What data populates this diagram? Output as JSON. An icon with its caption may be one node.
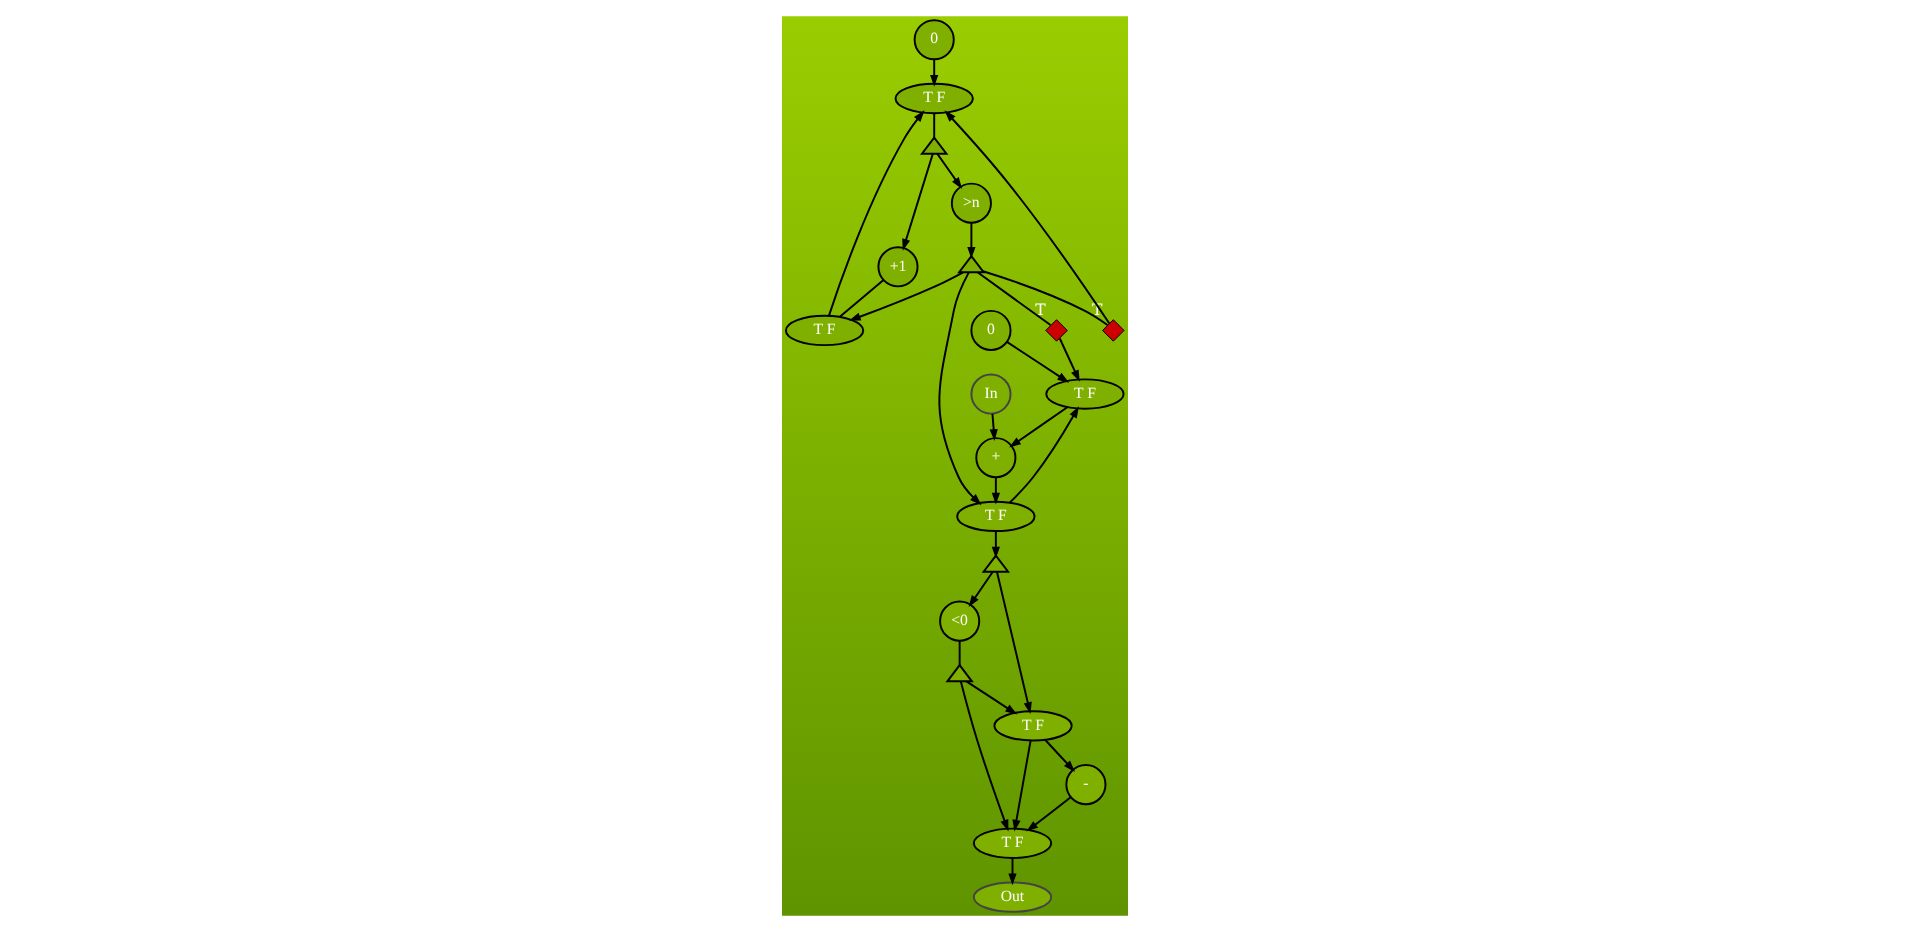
{
  "diagram": {
    "nodes": [
      {
        "text": [
          "0"
        ]
      },
      {
        "text": [
          "0"
        ]
      },
      {
        "text": [
          "T F"
        ]
      },
      {
        "text": [],
        "shape": "triangle"
      },
      {
        "text": [
          ">n"
        ]
      },
      {
        "text": [
          "+1"
        ]
      },
      {
        "text": [],
        "shape": "triangle"
      },
      {
        "text": [
          "T F"
        ]
      },
      {
        "text": [],
        "shape": "diamond",
        "beside": [
          "T"
        ]
      },
      {
        "text": [],
        "shape": "diamond",
        "beside": [
          "T"
        ]
      },
      {
        "text": [
          "T F"
        ]
      },
      {
        "text": [
          "In"
        ]
      },
      {
        "text": [
          "+"
        ]
      },
      {
        "text": [
          "T F"
        ]
      },
      {
        "text": [],
        "shape": "triangle"
      },
      {
        "text": [
          "<0"
        ]
      },
      {
        "text": [],
        "shape": "triangle"
      },
      {
        "text": [
          "T F"
        ]
      },
      {
        "text": [
          "-"
        ]
      },
      {
        "text": [
          "T F"
        ]
      },
      {
        "text": [
          "Out"
        ]
      }
    ],
    "edges": [
      {
        "from": 0,
        "to": 2,
        "arrow": "to"
      },
      {
        "from": 2,
        "to": 3,
        "arrow": "none"
      },
      {
        "from": 3,
        "to": 4,
        "arrow": "to"
      },
      {
        "from": 3,
        "to": 5,
        "arrow": "to"
      },
      {
        "from": 4,
        "to": 6,
        "arrow": "to"
      },
      {
        "from": 5,
        "to": 7,
        "arrow": "none"
      },
      {
        "from": 6,
        "to": 8,
        "arrow": "none"
      },
      {
        "from": 8,
        "to": 2,
        "arrow": "to"
      },
      {
        "from": 6,
        "to": 7,
        "arrow": "to"
      },
      {
        "from": 7,
        "to": 2,
        "arrow": "to"
      },
      {
        "from": 6,
        "to": 9,
        "arrow": "none"
      },
      {
        "from": 9,
        "to": 10,
        "arrow": "to"
      },
      {
        "from": 6,
        "to": 13,
        "arrow": "to"
      },
      {
        "from": 1,
        "to": 10,
        "arrow": "to"
      },
      {
        "from": 10,
        "to": 12,
        "arrow": "to"
      },
      {
        "from": 11,
        "to": 12,
        "arrow": "to"
      },
      {
        "from": 12,
        "to": 13,
        "arrow": "to"
      },
      {
        "from": 13,
        "to": 10,
        "arrow": "to"
      },
      {
        "from": 13,
        "to": 14,
        "arrow": "to"
      },
      {
        "from": 14,
        "to": 15,
        "arrow": "to"
      },
      {
        "from": 14,
        "to": 17,
        "arrow": "to"
      },
      {
        "from": 15,
        "to": 16,
        "arrow": "none"
      },
      {
        "from": 16,
        "to": 17,
        "arrow": "to"
      },
      {
        "from": 16,
        "to": 19,
        "arrow": "to"
      },
      {
        "from": 17,
        "to": 18,
        "arrow": "to"
      },
      {
        "from": 17,
        "to": 19,
        "arrow": "to"
      },
      {
        "from": 18,
        "to": 19,
        "arrow": "to"
      },
      {
        "from": 19,
        "to": 20,
        "arrow": "to"
      }
    ]
  }
}
